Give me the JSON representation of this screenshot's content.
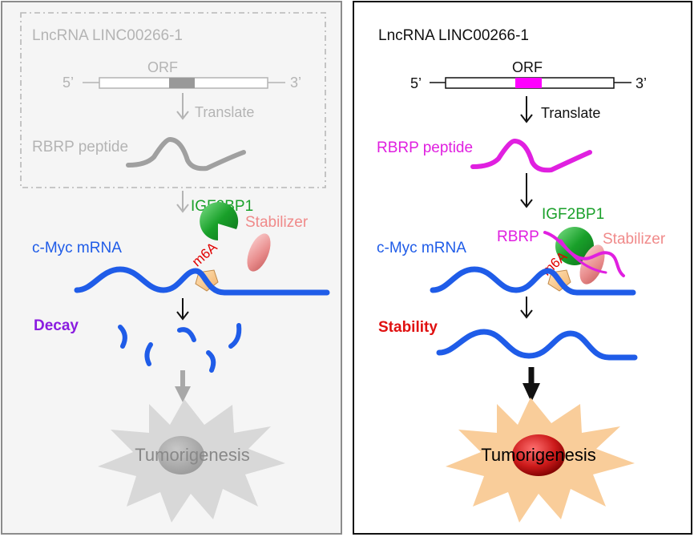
{
  "left_panel": {
    "title": "LncRNA LINC00266-1",
    "orf_label": "ORF",
    "five_prime": "5’",
    "three_prime": "3’",
    "translate_label": "Translate",
    "peptide_label": "RBRP peptide",
    "reader_label": "IGF2BP1",
    "stabilizer_label": "Stabilizer",
    "mrna_label": "c-Myc mRNA",
    "modification_label": "m6A",
    "outcome_label": "Decay",
    "result_label": "Tumorigenesis"
  },
  "right_panel": {
    "title": "LncRNA LINC00266-1",
    "orf_label": "ORF",
    "five_prime": "5’",
    "three_prime": "3’",
    "translate_label": "Translate",
    "peptide_label": "RBRP peptide",
    "reader_label": "IGF2BP1",
    "bound_peptide_label": "RBRP",
    "stabilizer_label": "Stabilizer",
    "mrna_label": "c-Myc mRNA",
    "modification_label": "m6A",
    "outcome_label": "Stability",
    "result_label": "Tumorigenesis"
  },
  "colors": {
    "faded": "#b4b4b4",
    "peptide": "#e020e0",
    "mrna": "#1f5ce8",
    "igf2bp1": "#1aa02a",
    "stabilizer": "#f08a8a",
    "m6a": "#e00000",
    "decay": "#8a1ce0",
    "stability": "#e01010",
    "orf_left": "#999999",
    "orf_right": "#ff00ff"
  }
}
